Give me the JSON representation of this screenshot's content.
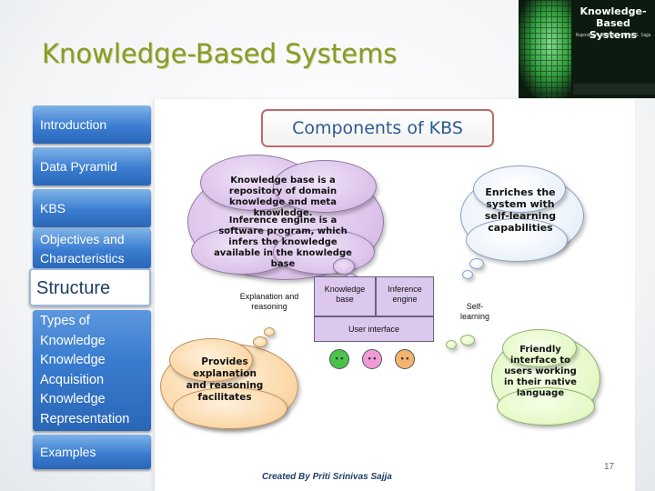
{
  "slide": {
    "title": "Knowledge-Based  Systems",
    "page_number": "17",
    "creator": "Created By Priti Srinivas Sajja"
  },
  "cover": {
    "title": "Knowledge-Based Systems",
    "authors": "Rajendra A. Akerkar and Priti S. Sajja"
  },
  "sidebar": {
    "items": [
      {
        "label": "Introduction"
      },
      {
        "label": "Data Pyramid"
      },
      {
        "label": "KBS"
      },
      {
        "label": "Objectives and Characteristics"
      },
      {
        "label": "Structure"
      },
      {
        "label": "Types of Knowledge"
      },
      {
        "label": "Knowledge Acquisition"
      },
      {
        "label": "Knowledge Representation"
      },
      {
        "label": "Examples"
      }
    ]
  },
  "diagram": {
    "heading": "Components of KBS",
    "cloud_kb_text": "Knowledge base is a repository of domain knowledge and meta knowledge.",
    "cloud_ie_text": "Inference engine is a software program, which infers the knowledge available in the knowledge base",
    "cloud_self_text": "Enriches the system with self-learning capabilities",
    "cloud_expl_text": "Provides explanation and reasoning facilitates",
    "cloud_ui_text": "Friendly interface to users working in their native language",
    "label_explanation": "Explanation and reasoning",
    "label_self_learning": "Self-learning",
    "box_knowledge_base": "Knowledge base",
    "box_inference_engine": "Inference engine",
    "box_user_interface": "User interface",
    "colors": {
      "cloud_purple": "#dec6ec",
      "cloud_blue": "#eef4fb",
      "cloud_orange": "#fbd9aa",
      "cloud_green": "#e6f9c8",
      "face_green": "#49c34a",
      "face_pink": "#f29ad8",
      "face_orange": "#f4b36e"
    },
    "faces": [
      "smile-face-icon",
      "neutral-face-icon",
      "sad-face-icon"
    ]
  }
}
